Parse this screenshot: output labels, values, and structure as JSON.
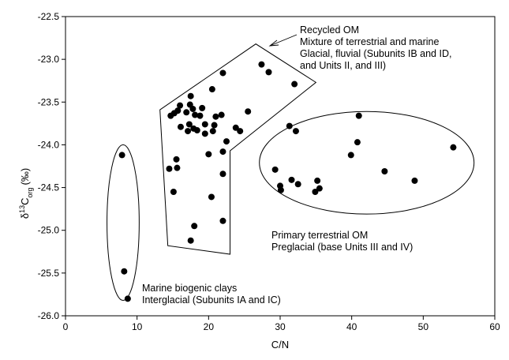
{
  "chart_data": {
    "type": "scatter",
    "xlabel": "C/N",
    "ylabel": {
      "base": "δ",
      "sup": "13",
      "main": "C",
      "sub": "org",
      "unit": "(‰)"
    },
    "xlim": [
      0,
      60
    ],
    "ylim": [
      -26.0,
      -22.5
    ],
    "xticks": [
      0,
      10,
      20,
      30,
      40,
      50,
      60
    ],
    "yticks": [
      -22.5,
      -23.0,
      -23.5,
      -24.0,
      -24.5,
      -25.0,
      -25.5,
      -26.0
    ],
    "ytick_labels": [
      "-22.5",
      "-23.0",
      "-23.5",
      "-24.0",
      "-24.5",
      "-25.0",
      "-25.5",
      "-26.0"
    ],
    "grid": false,
    "legend": "none",
    "marker_color": "#000000",
    "points": [
      {
        "x": 7.9,
        "y": -24.12
      },
      {
        "x": 8.2,
        "y": -25.48
      },
      {
        "x": 8.7,
        "y": -25.8
      },
      {
        "x": 14.5,
        "y": -24.28
      },
      {
        "x": 14.7,
        "y": -23.66
      },
      {
        "x": 15.1,
        "y": -24.55
      },
      {
        "x": 15.2,
        "y": -23.63
      },
      {
        "x": 15.5,
        "y": -24.17
      },
      {
        "x": 15.6,
        "y": -24.27
      },
      {
        "x": 15.7,
        "y": -23.6
      },
      {
        "x": 16.0,
        "y": -23.54
      },
      {
        "x": 16.1,
        "y": -23.79
      },
      {
        "x": 16.9,
        "y": -23.62
      },
      {
        "x": 17.1,
        "y": -23.84
      },
      {
        "x": 17.3,
        "y": -23.76
      },
      {
        "x": 17.4,
        "y": -23.53
      },
      {
        "x": 17.5,
        "y": -23.43
      },
      {
        "x": 17.5,
        "y": -25.12
      },
      {
        "x": 17.8,
        "y": -23.58
      },
      {
        "x": 17.9,
        "y": -23.81
      },
      {
        "x": 18.0,
        "y": -24.95
      },
      {
        "x": 18.1,
        "y": -23.65
      },
      {
        "x": 18.4,
        "y": -23.83
      },
      {
        "x": 18.8,
        "y": -23.66
      },
      {
        "x": 19.1,
        "y": -23.57
      },
      {
        "x": 19.5,
        "y": -23.76
      },
      {
        "x": 19.5,
        "y": -23.87
      },
      {
        "x": 20.0,
        "y": -24.11
      },
      {
        "x": 20.4,
        "y": -24.61
      },
      {
        "x": 20.5,
        "y": -23.35
      },
      {
        "x": 20.6,
        "y": -23.84
      },
      {
        "x": 20.8,
        "y": -23.77
      },
      {
        "x": 21.0,
        "y": -23.67
      },
      {
        "x": 21.8,
        "y": -23.65
      },
      {
        "x": 22.0,
        "y": -23.16
      },
      {
        "x": 22.0,
        "y": -24.08
      },
      {
        "x": 22.0,
        "y": -24.34
      },
      {
        "x": 22.0,
        "y": -24.89
      },
      {
        "x": 22.5,
        "y": -23.96
      },
      {
        "x": 23.8,
        "y": -23.8
      },
      {
        "x": 24.4,
        "y": -23.84
      },
      {
        "x": 25.5,
        "y": -23.61
      },
      {
        "x": 27.4,
        "y": -23.06
      },
      {
        "x": 28.4,
        "y": -23.15
      },
      {
        "x": 29.3,
        "y": -24.29
      },
      {
        "x": 30.0,
        "y": -24.48
      },
      {
        "x": 30.1,
        "y": -24.53
      },
      {
        "x": 31.3,
        "y": -23.78
      },
      {
        "x": 31.6,
        "y": -24.41
      },
      {
        "x": 32.0,
        "y": -23.29
      },
      {
        "x": 32.2,
        "y": -23.84
      },
      {
        "x": 32.5,
        "y": -24.46
      },
      {
        "x": 34.9,
        "y": -24.55
      },
      {
        "x": 35.2,
        "y": -24.42
      },
      {
        "x": 35.5,
        "y": -24.51
      },
      {
        "x": 39.9,
        "y": -24.12
      },
      {
        "x": 40.8,
        "y": -23.97
      },
      {
        "x": 41.0,
        "y": -23.66
      },
      {
        "x": 44.6,
        "y": -24.31
      },
      {
        "x": 48.8,
        "y": -24.42
      },
      {
        "x": 54.2,
        "y": -24.03
      }
    ],
    "regions": [
      {
        "shape": "polygon",
        "name": "recycled-om",
        "vertices": [
          [
            13.2,
            -23.59
          ],
          [
            26.6,
            -22.82
          ],
          [
            35.0,
            -23.27
          ],
          [
            23.0,
            -24.07
          ],
          [
            23.0,
            -25.28
          ],
          [
            14.3,
            -25.18
          ]
        ]
      },
      {
        "shape": "ellipse",
        "name": "primary-terrestrial-om",
        "center": [
          42.1,
          -24.21
        ],
        "radii": [
          15.0,
          0.6
        ]
      },
      {
        "shape": "ellipse",
        "name": "marine-biogenic-clays",
        "center": [
          8.05,
          -24.91
        ],
        "radii": [
          2.25,
          0.91
        ]
      }
    ],
    "annotations": [
      {
        "name": "recycled-om",
        "lines": [
          "Recycled OM",
          "Mixture of terrestrial and marine",
          "Glacial, fluvial (Subunits IB and ID,",
          "and Units II, and III)"
        ]
      },
      {
        "name": "primary-terrestrial-om",
        "lines": [
          "Primary terrestrial OM",
          "Preglacial (base Units III and IV)"
        ]
      },
      {
        "name": "marine-biogenic-clays",
        "lines": [
          "Marine biogenic clays",
          "Interglacial (Subunits IA and IC)"
        ]
      }
    ]
  }
}
